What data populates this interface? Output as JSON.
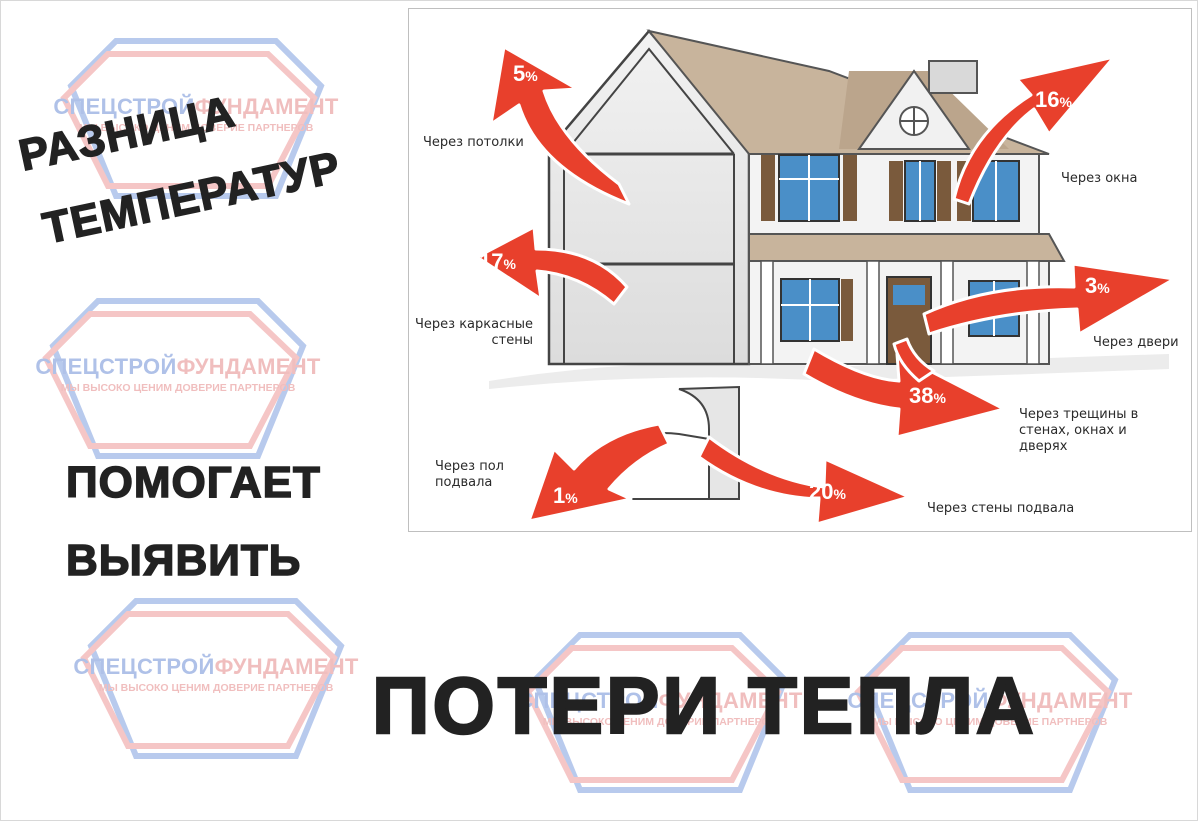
{
  "watermark": {
    "brand_part1": "СПЕЦСТРОЙ",
    "brand_part2": "ФУНДАМЕНТ",
    "tagline": "МЫ ВЫСОКО ЦЕНИМ ДОВЕРИЕ ПАРТНЕРОВ"
  },
  "headline": {
    "line1": "РАЗНИЦА",
    "line2": "ТЕМПЕРАТУР",
    "line3": "ПОМОГАЕТ",
    "line4": "ВЫЯВИТЬ",
    "line5": "ПОТЕРИ ТЕПЛА"
  },
  "heat_loss": {
    "percent_sign": "%",
    "items": [
      {
        "value": "5",
        "label": "Через потолки"
      },
      {
        "value": "16",
        "label": "Через окна"
      },
      {
        "value": "17",
        "label": "Через каркасные",
        "label2": "стены"
      },
      {
        "value": "3",
        "label": "Через двери"
      },
      {
        "value": "38",
        "label": "Через трещины в",
        "label2": "стенах, окнах и",
        "label3": "дверях"
      },
      {
        "value": "1",
        "label": "Через пол",
        "label2": "подвала"
      },
      {
        "value": "20",
        "label": "Через стены подвала"
      }
    ]
  },
  "colors": {
    "arrow": "#e8402c",
    "arrow_stroke": "#ffffff",
    "roof": "#c8b49c",
    "trim": "#7a5a3c",
    "window": "#4a8fc8",
    "text": "#222222"
  }
}
